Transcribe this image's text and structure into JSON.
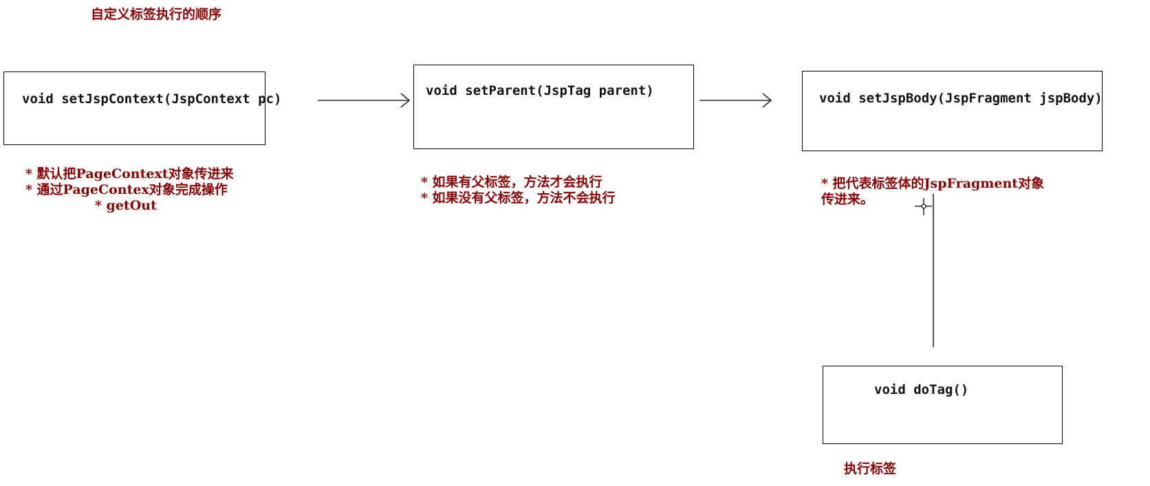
{
  "title": "自定义标签执行的顺序",
  "steps": [
    {
      "code": "void setJspContext(JspContext pc)",
      "notes": [
        "* 默认把PageContext对象传进来",
        "* 通过PageContex对象完成操作",
        "* getOut"
      ]
    },
    {
      "code": "void setParent(JspTag parent)",
      "notes": [
        "* 如果有父标签，方法才会执行",
        "* 如果没有父标签，方法不会执行"
      ]
    },
    {
      "code": "void setJspBody(JspFragment jspBody)",
      "notes": [
        "* 把代表标签体的JspFragment对象",
        "传进来。"
      ]
    },
    {
      "code": "void doTag()",
      "notes": [
        "执行标签"
      ]
    }
  ],
  "colors": {
    "annotation": "#8b0000",
    "box_border": "#000000",
    "code_text": "#111111"
  },
  "icons": {
    "cursor": "crosshair-cursor-icon"
  }
}
